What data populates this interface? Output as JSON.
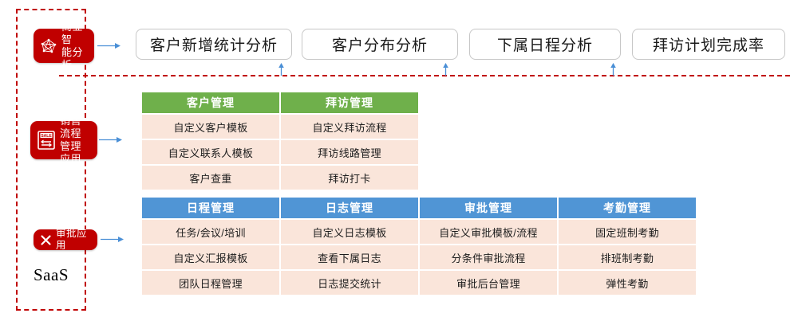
{
  "sidebar": {
    "container_label": "SaaS",
    "accent_color": "#C00000",
    "items": [
      {
        "id": "bi",
        "label": "商业智\n能分析",
        "icon": "network-graph-icon"
      },
      {
        "id": "sale",
        "label": "销售流程\n管理应用",
        "icon": "sale-document-icon"
      },
      {
        "id": "appr",
        "label": "审批应用",
        "icon": "cross-tools-icon"
      }
    ]
  },
  "top_buttons": [
    {
      "label": "客户新增统计分析"
    },
    {
      "label": "客户分布分析"
    },
    {
      "label": "下属日程分析"
    },
    {
      "label": "拜访计划完成率"
    }
  ],
  "arrow_color": "#4A8FD6",
  "groups": [
    {
      "id": "sales-group",
      "header_color": "#6FB04B",
      "cards": [
        {
          "title": "客户管理",
          "rows": [
            "自定义客户模板",
            "自定义联系人模板",
            "客户查重"
          ]
        },
        {
          "title": "拜访管理",
          "rows": [
            "自定义拜访流程",
            "拜访线路管理",
            "拜访打卡"
          ]
        }
      ]
    },
    {
      "id": "approval-group",
      "header_color": "#5095D5",
      "cards": [
        {
          "title": "日程管理",
          "rows": [
            "任务/会议/培训",
            "自定义汇报模板",
            "团队日程管理"
          ]
        },
        {
          "title": "日志管理",
          "rows": [
            "自定义日志模板",
            "查看下属日志",
            "日志提交统计"
          ]
        },
        {
          "title": "审批管理",
          "rows": [
            "自定义审批模板/流程",
            "分条件审批流程",
            "审批后台管理"
          ]
        },
        {
          "title": "考勤管理",
          "rows": [
            "固定班制考勤",
            "排班制考勤",
            "弹性考勤"
          ]
        }
      ]
    }
  ],
  "row_background": "#FAE5DA"
}
